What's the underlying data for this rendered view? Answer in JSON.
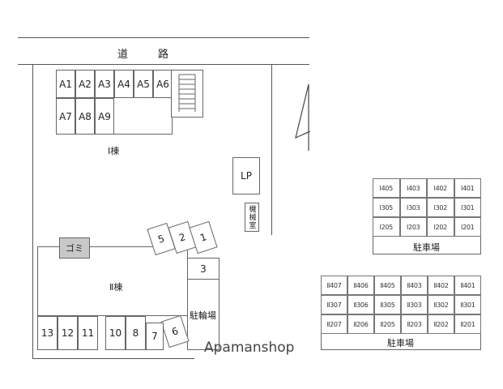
{
  "road": {
    "char1": "道",
    "char2": "路"
  },
  "building1": {
    "label": "Ⅰ棟",
    "row1": [
      "A1",
      "A2",
      "A3",
      "A4",
      "A5",
      "A6"
    ],
    "row2": [
      "A7",
      "A8",
      "A9"
    ]
  },
  "building2": {
    "label": "Ⅱ棟"
  },
  "facilities": {
    "lp": "LP",
    "machine_room": "機械室",
    "garbage": "ゴミ",
    "bicycle": "駐輪場"
  },
  "onsite_parking": {
    "angled": [
      "5",
      "2",
      "1"
    ],
    "slot3": "3",
    "slot6": "6",
    "slot7": "7",
    "bottom": [
      "13",
      "12",
      "11",
      "10",
      "8"
    ]
  },
  "parking_lot_1": {
    "label": "駐車場",
    "rows": [
      [
        "Ⅰ405",
        "Ⅰ403",
        "Ⅰ402",
        "Ⅰ401"
      ],
      [
        "Ⅰ305",
        "Ⅰ303",
        "Ⅰ302",
        "Ⅰ301"
      ],
      [
        "Ⅰ205",
        "Ⅰ203",
        "Ⅰ202",
        "Ⅰ201"
      ]
    ]
  },
  "parking_lot_2": {
    "label": "駐車場",
    "rows": [
      [
        "Ⅱ407",
        "Ⅱ406",
        "Ⅱ405",
        "Ⅱ403",
        "Ⅱ402",
        "Ⅱ401"
      ],
      [
        "Ⅱ307",
        "Ⅱ306",
        "Ⅱ305",
        "Ⅱ303",
        "Ⅱ302",
        "Ⅱ301"
      ],
      [
        "Ⅱ207",
        "Ⅱ206",
        "Ⅱ205",
        "Ⅱ203",
        "Ⅱ202",
        "Ⅱ201"
      ]
    ]
  },
  "watermark": "Apamanshop"
}
